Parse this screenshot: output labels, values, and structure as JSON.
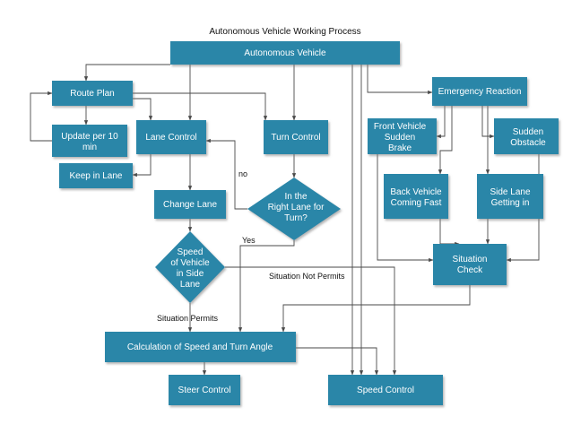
{
  "title": "Autonomous Vehicle Working Process",
  "colors": {
    "box": "#2a86a8",
    "box_shadow": "#9a9a9a",
    "text_on_box": "#ffffff",
    "line": "#4a4a4a"
  },
  "nodes": {
    "autonomous_vehicle": {
      "label": "Autonomous Vehicle"
    },
    "route_plan": {
      "label": "Route Plan"
    },
    "lane_control": {
      "label": "Lane Control"
    },
    "turn_control": {
      "label": "Turn Control"
    },
    "update_per_10_min": {
      "label": "Update per 10\nmin"
    },
    "keep_in_lane": {
      "label": "Keep in Lane"
    },
    "change_lane": {
      "label": "Change Lane"
    },
    "right_lane_decision": {
      "label": "In the\nRight Lane for\nTurn?"
    },
    "speed_vehicle_side_lane": {
      "label": "Speed\nof Vehicle\nin Side\nLane"
    },
    "calc_speed_turn_angle": {
      "label": "Calculation of Speed and Turn Angle"
    },
    "steer_control": {
      "label": "Steer Control"
    },
    "speed_control": {
      "label": "Speed Control"
    },
    "emergency_reaction": {
      "label": "Emergency Reaction"
    },
    "front_vehicle_sudden_brake": {
      "label": "Front Vehicle\nSudden\nBrake"
    },
    "sudden_obstacle": {
      "label": "Sudden\nObstacle"
    },
    "back_vehicle_coming_fast": {
      "label": "Back Vehicle\nComing Fast"
    },
    "side_lane_getting_in": {
      "label": "Side Lane\nGetting in"
    },
    "situation_check": {
      "label": "Situation\nCheck"
    }
  },
  "edge_labels": {
    "no": "no",
    "yes": "Yes",
    "situation_permits": "Situation Permits",
    "situation_not_permits": "Situation Not Permits"
  }
}
